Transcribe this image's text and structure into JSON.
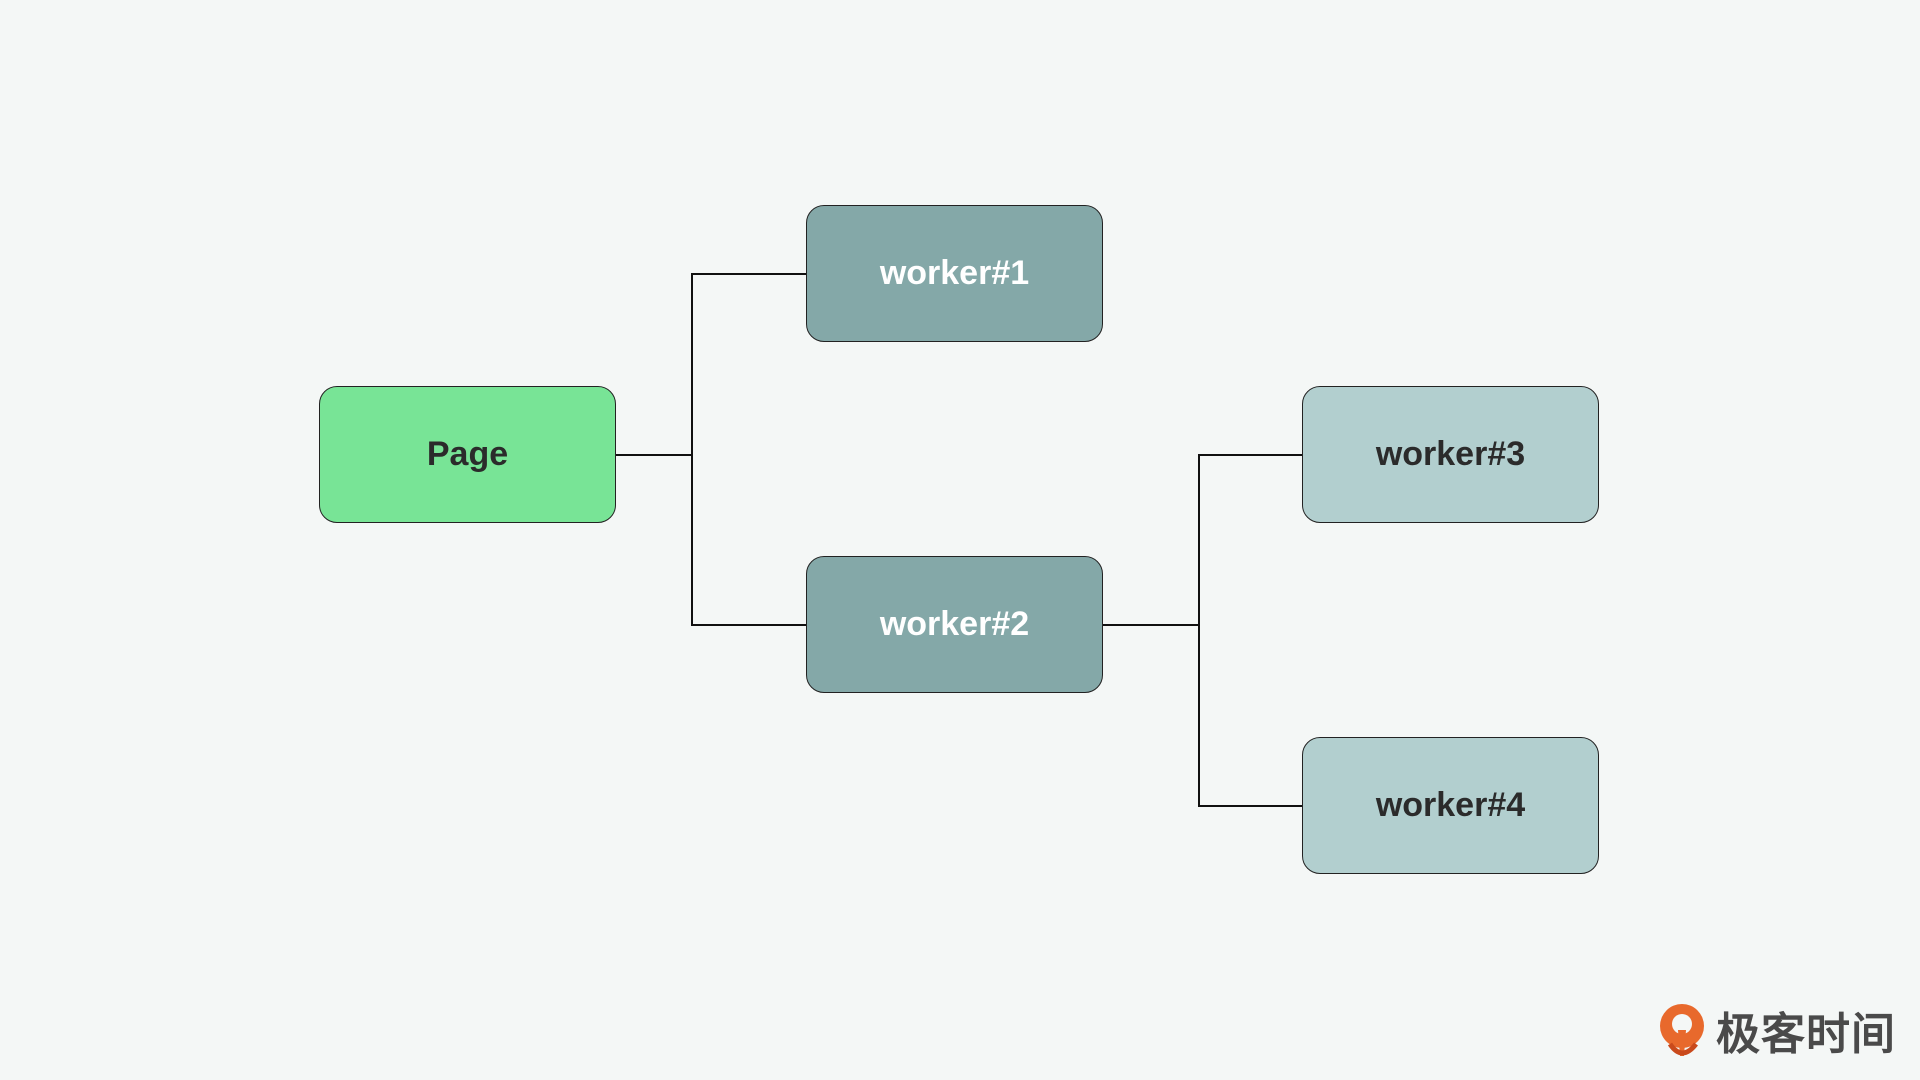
{
  "nodes": {
    "page": {
      "label": "Page",
      "fill": "#78e496",
      "text_color": "#2b2b2b"
    },
    "worker1": {
      "label": "worker#1",
      "fill": "#84a8a8",
      "text_color": "#ffffff"
    },
    "worker2": {
      "label": "worker#2",
      "fill": "#84a8a8",
      "text_color": "#ffffff"
    },
    "worker3": {
      "label": "worker#3",
      "fill": "#b2cfcf",
      "text_color": "#2b2b2b"
    },
    "worker4": {
      "label": "worker#4",
      "fill": "#b2cfcf",
      "text_color": "#2b2b2b"
    }
  },
  "edges": [
    {
      "from": "page",
      "to": "worker1"
    },
    {
      "from": "page",
      "to": "worker2"
    },
    {
      "from": "worker2",
      "to": "worker3"
    },
    {
      "from": "worker2",
      "to": "worker4"
    }
  ],
  "colors": {
    "background": "#f4f7f6",
    "line": "#111111",
    "logo_accent": "#e8692c"
  },
  "logo": {
    "icon": "geektime-logo-icon",
    "text": "极客时间"
  }
}
